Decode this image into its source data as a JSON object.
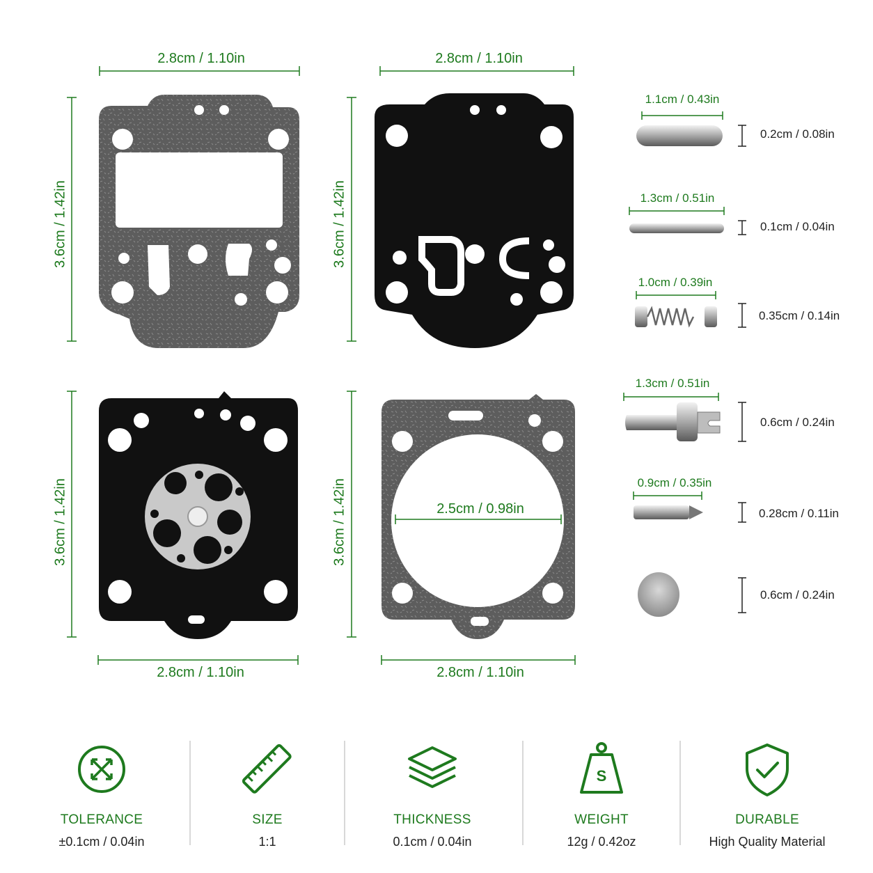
{
  "colors": {
    "accent": "#1e7a1e",
    "gasket": "#5a5a5a",
    "diaphragm": "#111111",
    "background": "#ffffff"
  },
  "dimensions": {
    "top_left_width": "2.8cm / 1.10in",
    "top_left_height": "3.6cm / 1.42in",
    "top_right_width": "2.8cm / 1.10in",
    "top_right_height": "3.6cm / 1.42in",
    "bottom_left_width": "2.8cm / 1.10in",
    "bottom_left_height": "3.6cm / 1.42in",
    "bottom_right_width": "2.8cm / 1.10in",
    "bottom_right_height": "3.6cm / 1.42in",
    "bottom_right_inner": "2.5cm / 0.98in"
  },
  "small_parts": [
    {
      "name": "pin",
      "length": "1.1cm / 0.43in",
      "diameter": "0.2cm / 0.08in"
    },
    {
      "name": "rod",
      "length": "1.3cm / 0.51in",
      "diameter": "0.1cm / 0.04in"
    },
    {
      "name": "spring",
      "length": "1.0cm / 0.39in",
      "diameter": "0.35cm / 0.14in"
    },
    {
      "name": "lever",
      "length": "1.3cm / 0.51in",
      "diameter": "0.6cm / 0.24in"
    },
    {
      "name": "needle",
      "length": "0.9cm / 0.35in",
      "diameter": "0.28cm / 0.11in"
    },
    {
      "name": "screen",
      "length": "",
      "diameter": "0.6cm / 0.24in"
    }
  ],
  "features": [
    {
      "icon": "tolerance-icon",
      "title": "TOLERANCE",
      "value": "±0.1cm / 0.04in"
    },
    {
      "icon": "ruler-icon",
      "title": "SIZE",
      "value": "1:1"
    },
    {
      "icon": "layers-icon",
      "title": "THICKNESS",
      "value": "0.1cm / 0.04in"
    },
    {
      "icon": "weight-icon",
      "title": "WEIGHT",
      "value": "12g / 0.42oz",
      "icon_text": "S"
    },
    {
      "icon": "shield-check-icon",
      "title": "DURABLE",
      "value": "High Quality Material"
    }
  ]
}
